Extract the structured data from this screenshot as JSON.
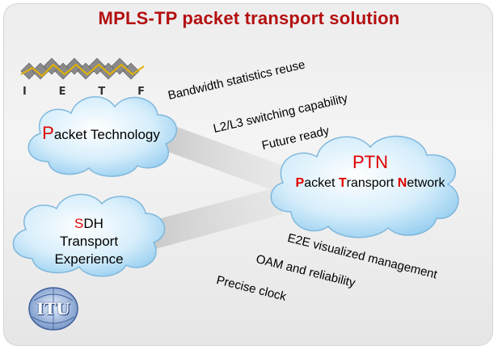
{
  "title": "MPLS-TP packet transport solution",
  "ietf_logo": {
    "letters": [
      "I",
      "E",
      "T",
      "F"
    ]
  },
  "itu_logo": {
    "text": "ITU"
  },
  "cloud_packet": {
    "initial": "P",
    "rest": "acket Technology"
  },
  "cloud_sdh": {
    "initial": "S",
    "rest": "DH",
    "line2": "Transport",
    "line3": "Experience"
  },
  "cloud_ptn": {
    "abbr": "PTN",
    "w1_initial": "P",
    "w1_rest": "acket ",
    "w2_initial": "T",
    "w2_rest": "ransport ",
    "w3_initial": "N",
    "w3_rest": "etwork"
  },
  "features_top": [
    "Bandwidth statistics reuse",
    "L2/L3 switching capability",
    "Future ready"
  ],
  "features_bottom": [
    "E2E visualized management",
    "OAM and reliability",
    "Precise clock"
  ],
  "colors": {
    "title": "#b40f10",
    "accent_red": "#e00000",
    "cloud": "#bfe3f7",
    "ptn_abbr": "#e00000"
  }
}
